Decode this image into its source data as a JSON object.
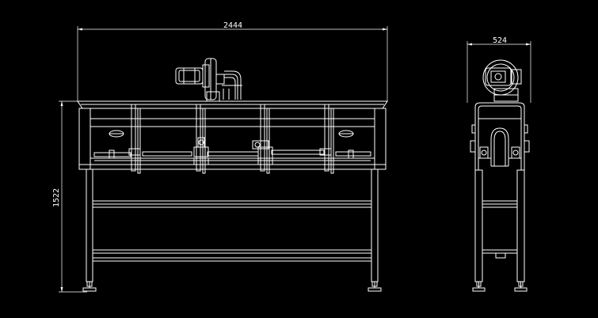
{
  "drawing": {
    "background": "#000000",
    "line_color": "#ffffff",
    "dimensions": {
      "front_width": "2444",
      "front_height": "1522",
      "side_width": "524"
    }
  }
}
